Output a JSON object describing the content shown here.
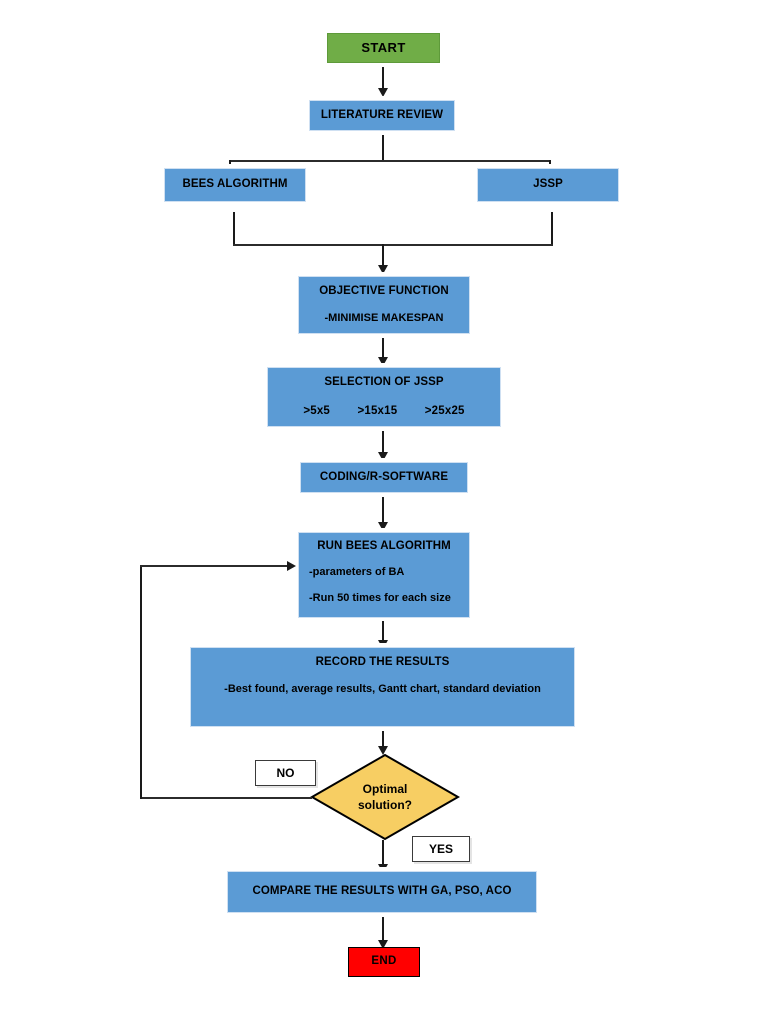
{
  "diagram": {
    "title": "Research methodology flowchart",
    "colors": {
      "process_fill": "#5B9BD5",
      "start_fill": "#70AD47",
      "end_fill": "#FF0000",
      "decision_fill": "#F7CE63",
      "decision_stroke": "#000000",
      "connector": "#1A1A1A",
      "background": "#FFFFFF"
    },
    "nodes": {
      "start": {
        "label": "START"
      },
      "literature_review": {
        "label": "LITERATURE REVIEW"
      },
      "bees_algorithm": {
        "label": "BEES ALGORITHM"
      },
      "jssp": {
        "label": "JSSP"
      },
      "objective_function": {
        "label": "OBJECTIVE FUNCTION",
        "detail": "-MINIMISE MAKESPAN"
      },
      "selection_of_jssp": {
        "label": "SELECTION OF JSSP",
        "size_1": ">5x5",
        "size_2": ">15x15",
        "size_3": ">25x25"
      },
      "coding_software": {
        "label": "CODING/R-SOFTWARE"
      },
      "run_bees_algorithm": {
        "label": "RUN BEES ALGORITHM",
        "detail_1": "-parameters of BA",
        "detail_2": "-Run 50 times for each size"
      },
      "record_results": {
        "label": "RECORD THE RESULTS",
        "detail": "-Best found, average results, Gantt chart, standard deviation"
      },
      "decision": {
        "line_1": "Optimal",
        "line_2": "solution?"
      },
      "compare_results": {
        "label": "COMPARE THE RESULTS WITH GA, PSO, ACO"
      },
      "end": {
        "label": "END"
      }
    },
    "edge_labels": {
      "no": "NO",
      "yes": "YES"
    }
  }
}
